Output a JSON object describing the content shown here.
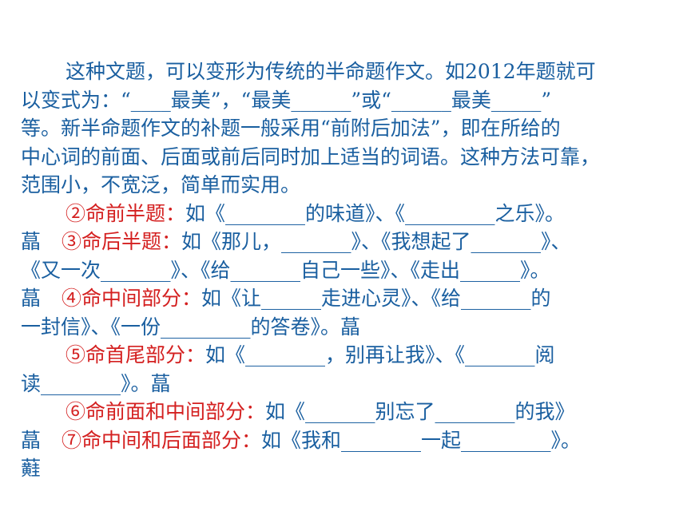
{
  "lines": {
    "l1": "这种文题，可以变形为传统的半命题作文。如2012年题就可",
    "l2": "以变式为：“____最美”，“最美______”或“______最美_____”",
    "l3": "等。新半命题作文的补题一般采用“前附后加法”，即在所给的",
    "l4": "中心词的前面、后面或前后同时加上适当的词语。这种方法可靠，",
    "l5": "范围小，不宽泛，简单而实用。",
    "l6_label": "②命前半题：",
    "l6_text": "如《________的味道》、《_________之乐》。",
    "l7_lead": "蕌",
    "l7_label": "③命后半题：",
    "l7_text": "如《那儿，_______》、《我想起了_______》、",
    "l8": "《又一次_______》、《给_______自己一些》、《走出______》。",
    "l9_lead": "蕌",
    "l9_label": "④命中间部分：",
    "l9_text": "如《让______走进心灵》、《给_______的",
    "l10": "一封信》、《一份_________的答卷》。蕌",
    "l11_label": "⑤命首尾部分：",
    "l11_text": "如《________，别再让我》、《_______阅",
    "l12": "读________》。蕌",
    "l13_label": "⑥命前面和中间部分：",
    "l13_text": "如《_______别忘了________的我》",
    "l14_lead": "蕌",
    "l14_label": "⑦命中间和后面部分：",
    "l14_text": "如《我和________一起_________》。",
    "l15": "蘳"
  },
  "colors": {
    "body": "#1a5fa0",
    "label": "#d42020",
    "background": "#ffffff"
  }
}
